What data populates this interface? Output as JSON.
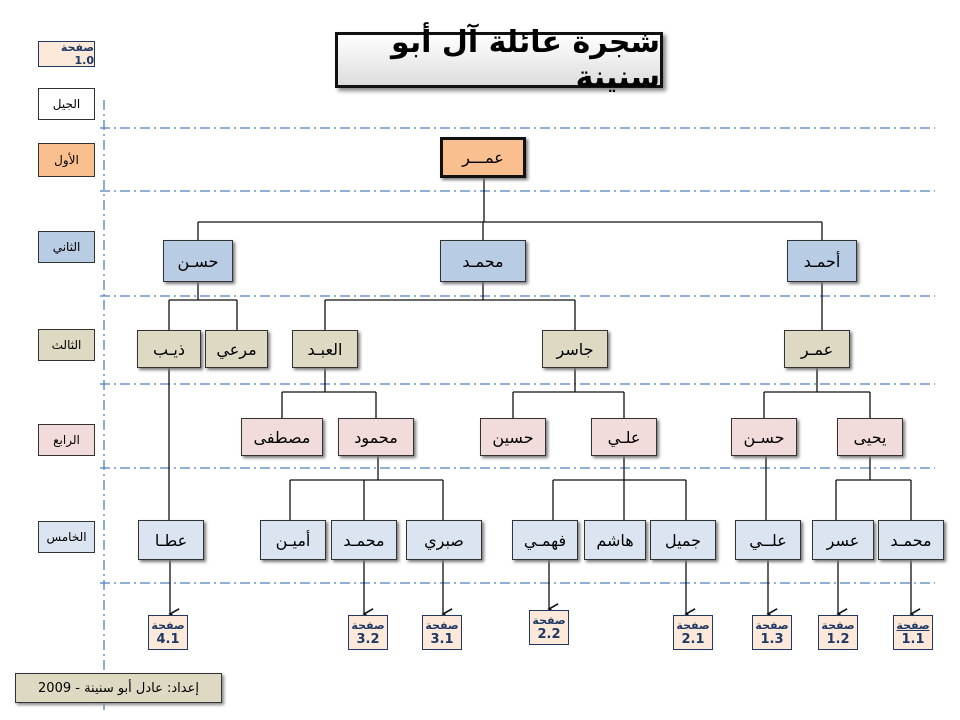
{
  "title": "شجرة عائلة آل أبو سنينة",
  "page_ref": "صفحة 1.0",
  "generations": {
    "header": "الجيل",
    "g1": "الأول",
    "g2": "الثاني",
    "g3": "الثالث",
    "g4": "الرابع",
    "g5": "الخامس"
  },
  "nodes": {
    "g1_omar": "عمـــر",
    "g2_hasan": "حسـن",
    "g2_mohammed": "محمـد",
    "g2_ahmed": "أحمـد",
    "g3_theeb": "ذيـب",
    "g3_marei": "مرعي",
    "g3_alabed": "العبـد",
    "g3_jaser": "جاسر",
    "g3_omar": "عمـر",
    "g4_mustafa": "مصطفى",
    "g4_mahmoud": "محمود",
    "g4_husain": "حسين",
    "g4_ali": "علـي",
    "g4_hasan": "حسـن",
    "g4_yahya": "يحيى",
    "g5_ata": "عطـا",
    "g5_ameen": "أميـن",
    "g5_mohammed1": "محمـد",
    "g5_sabri": "صبري",
    "g5_fahmi": "فهمـي",
    "g5_hashem": "هاشم",
    "g5_jameel": "جميل",
    "g5_ali": "علــي",
    "g5_asr": "عسر",
    "g5_mohammed2": "محمـد"
  },
  "pages": {
    "word": "صفحة",
    "p41": "4.1",
    "p32": "3.2",
    "p31": "3.1",
    "p22": "2.2",
    "p21": "2.1",
    "p13": "1.3",
    "p12": "1.2",
    "p11": "1.1"
  },
  "footer": "إعداد: عادل أبو سنينة - 2009"
}
